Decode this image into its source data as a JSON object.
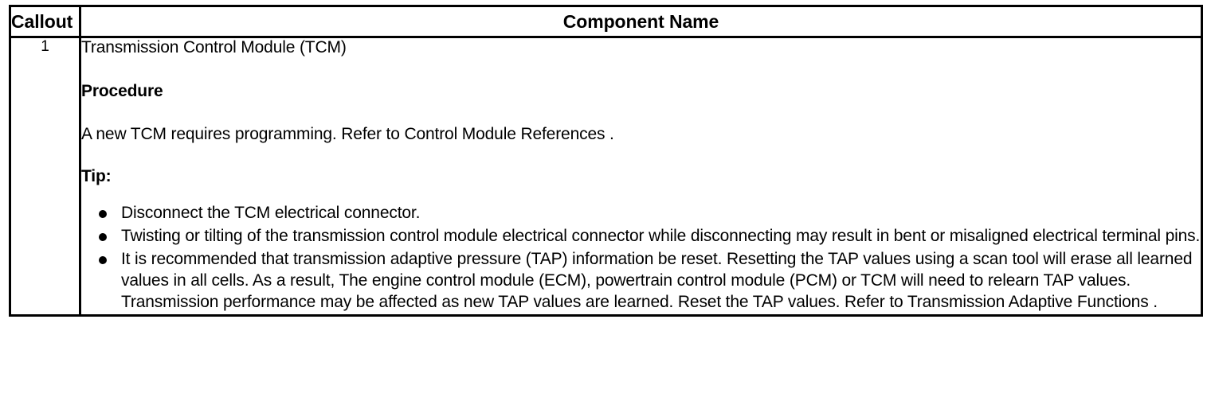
{
  "table": {
    "headers": {
      "callout": "Callout",
      "component_name": "Component Name"
    },
    "rows": [
      {
        "callout": "1",
        "component": {
          "title": "Transmission Control Module (TCM)",
          "procedure_heading": "Procedure",
          "procedure_text": "A new TCM requires programming. Refer to Control Module References .",
          "tip_heading": "Tip:",
          "tips": [
            "Disconnect the TCM electrical connector.",
            "Twisting or tilting of the transmission control module electrical connector while disconnecting may result in bent or misaligned electrical terminal pins.",
            "It is recommended that transmission adaptive pressure (TAP) information be reset. Resetting the TAP values using a scan tool will erase all learned values in all cells. As a result, The engine control module (ECM), powertrain control module (PCM) or TCM will need to relearn TAP values. Transmission performance may be affected as new TAP values are learned. Reset the TAP values. Refer to Transmission Adaptive Functions ."
          ]
        }
      }
    ]
  },
  "colors": {
    "border": "#000000",
    "text": "#000000",
    "background": "#ffffff"
  }
}
